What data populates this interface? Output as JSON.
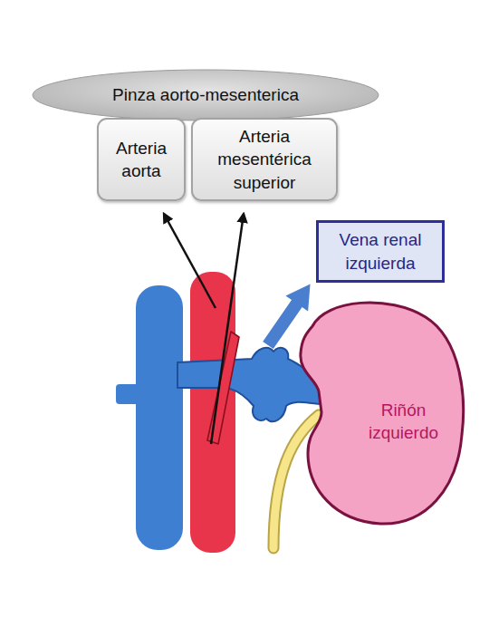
{
  "diagram": {
    "nodes": [
      {
        "text": [
          "Pinza aorto-mesenterica"
        ]
      },
      {
        "text": [
          "Arteria aorta"
        ]
      },
      {
        "text": [
          "Arteria mesentérica superior"
        ]
      },
      {
        "text": [
          "Vena renal izquierda"
        ]
      },
      {
        "text": [
          "Riñón izquierdo"
        ]
      }
    ]
  }
}
